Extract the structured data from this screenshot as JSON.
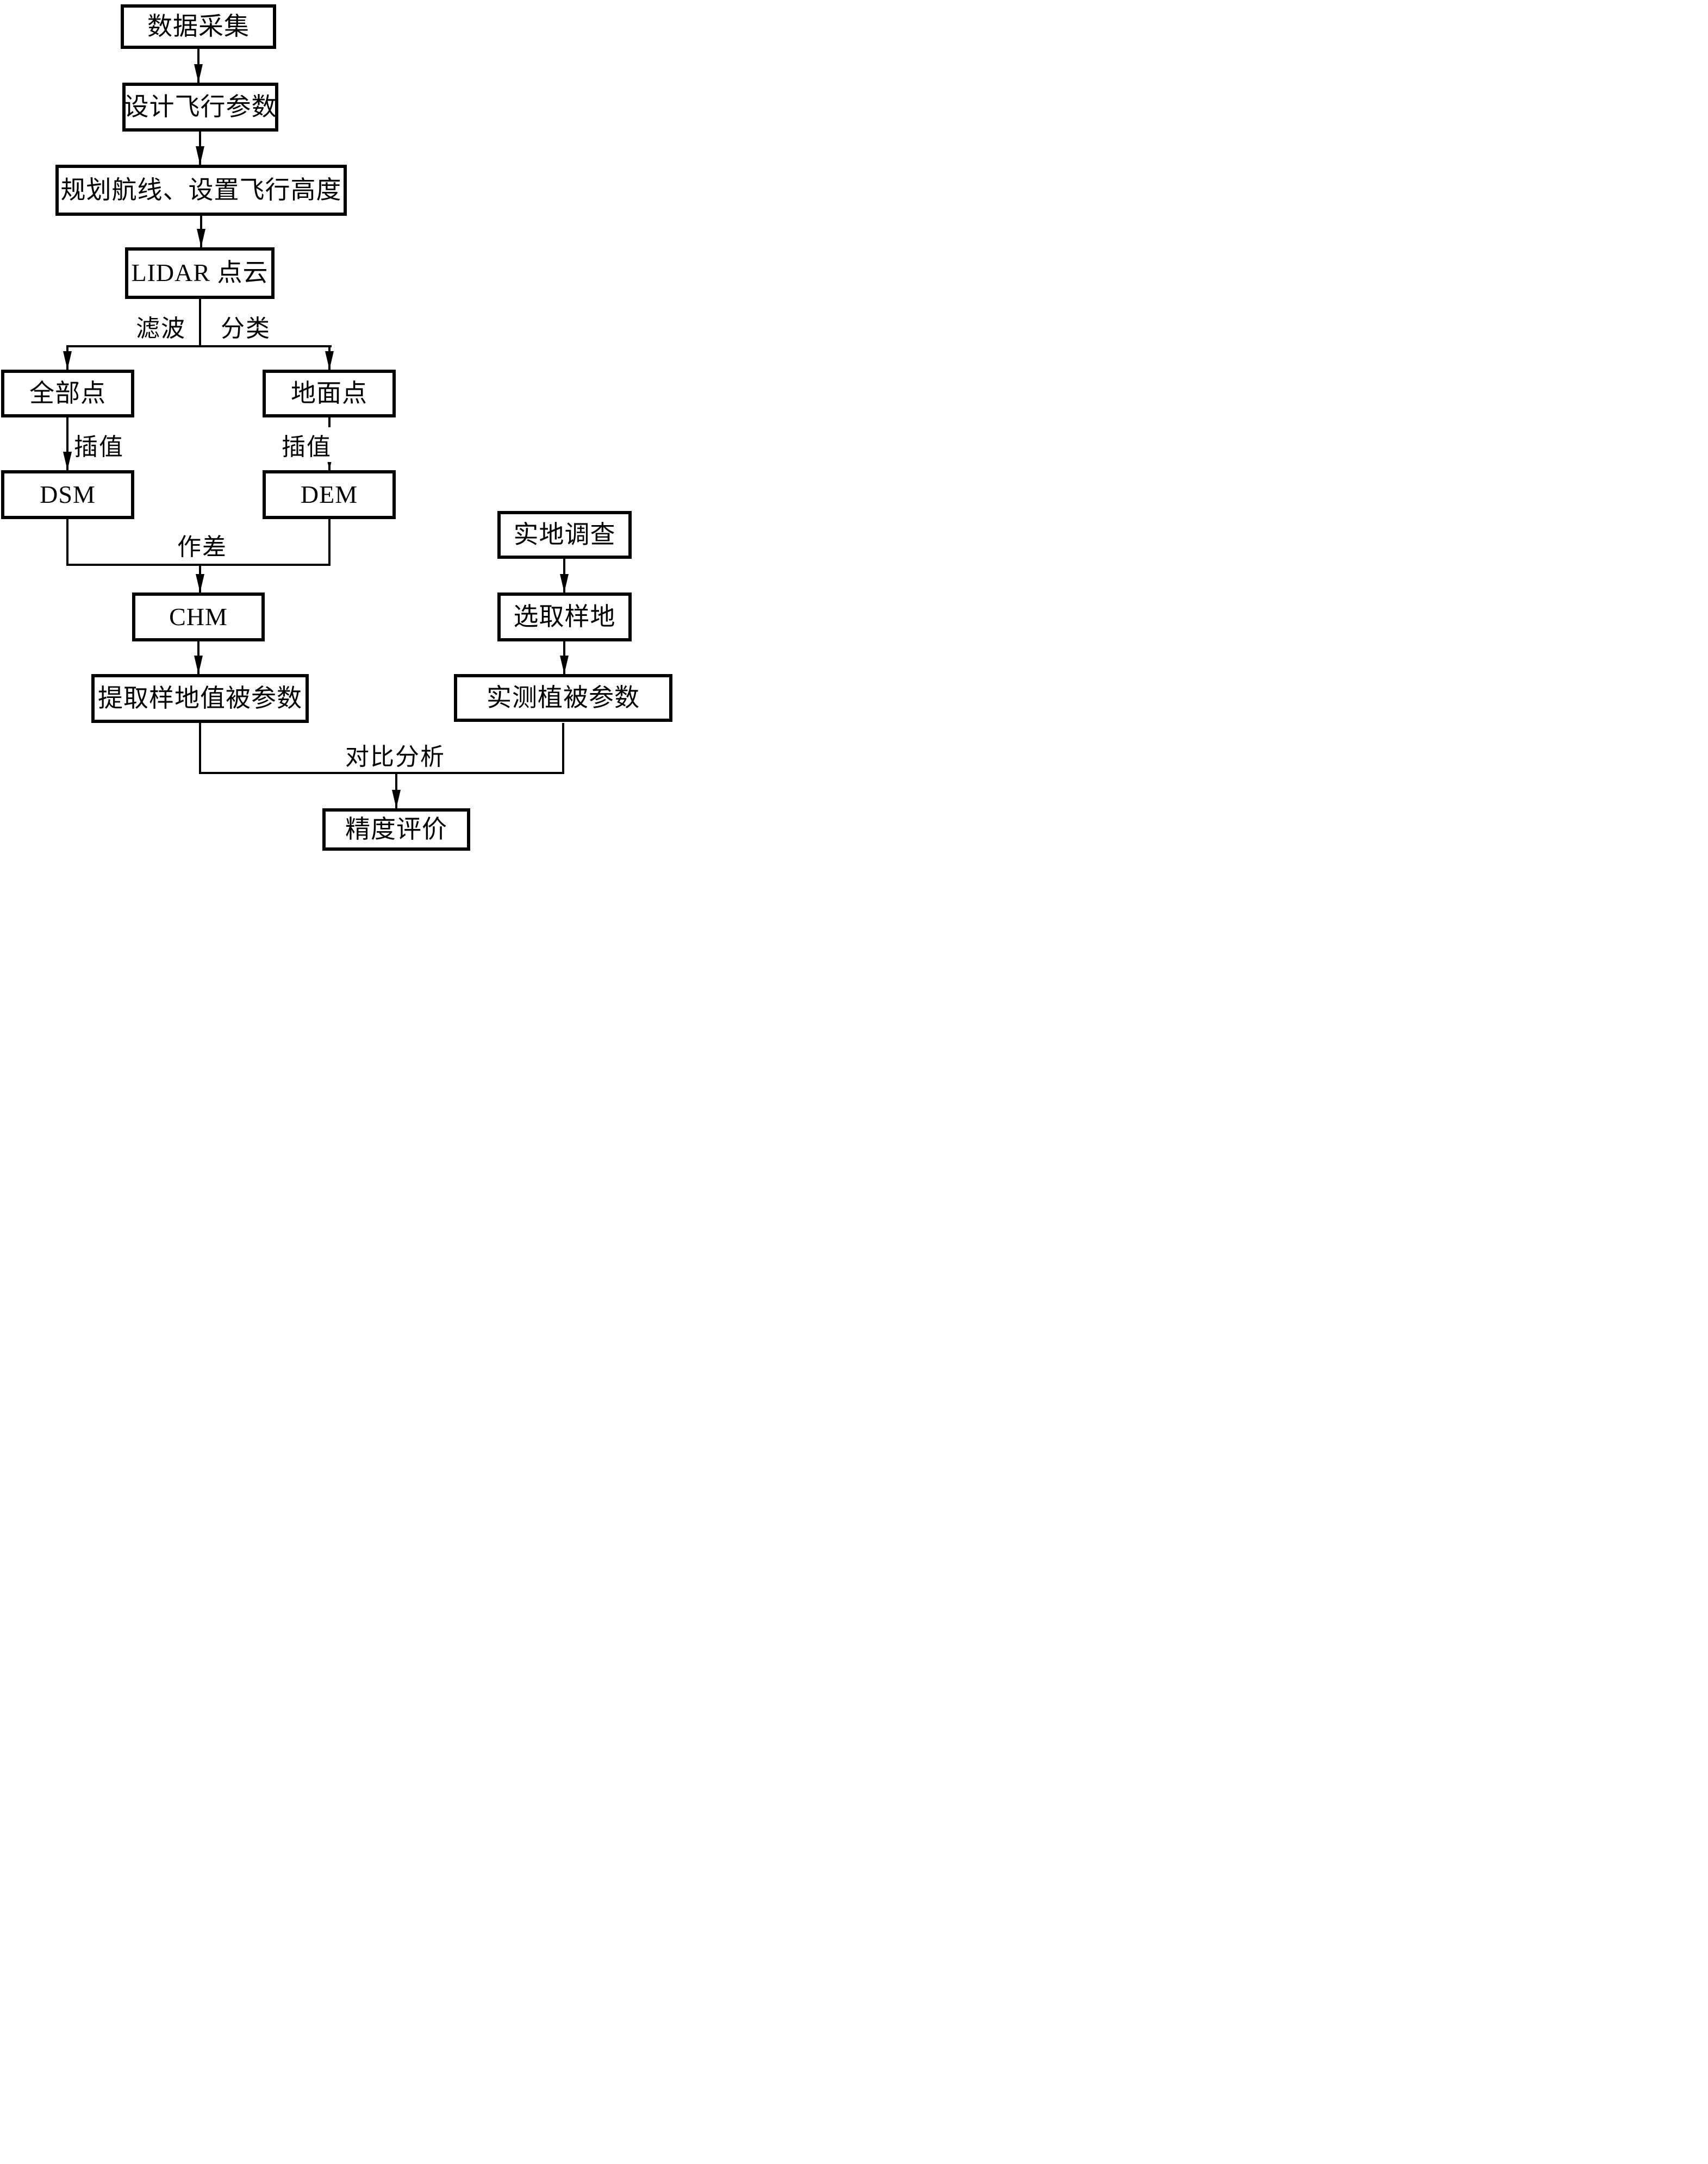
{
  "figure": {
    "type": "flowchart",
    "background_color": "#ffffff",
    "line_color": "#000000",
    "text_color": "#000000"
  },
  "nodes": {
    "data_collection": {
      "label": "数据采集"
    },
    "flight_params": {
      "label": "设计飞行参数"
    },
    "route_planning": {
      "label": "规划航线、设置飞行高度"
    },
    "lidar_points": {
      "label": "LIDAR 点云"
    },
    "all_points": {
      "label": "全部点"
    },
    "ground_points": {
      "label": "地面点"
    },
    "dsm": {
      "label": "DSM"
    },
    "dem": {
      "label": "DEM"
    },
    "field_survey": {
      "label": "实地调查"
    },
    "chm": {
      "label": "CHM"
    },
    "plot_selection": {
      "label": "选取样地"
    },
    "extract_plot_vegetation_params": {
      "label": "提取样地值被参数"
    },
    "measured_vegetation_params": {
      "label": "实测植被参数"
    },
    "accuracy_evaluation": {
      "label": "精度评价"
    }
  },
  "edge_labels": {
    "filtering": {
      "label": "滤波"
    },
    "classification": {
      "label": "分类"
    },
    "interpolation_left": {
      "label": "插值"
    },
    "interpolation_right": {
      "label": "插值"
    },
    "difference": {
      "label": "作差"
    },
    "comparative_analysis": {
      "label": "对比分析"
    }
  }
}
